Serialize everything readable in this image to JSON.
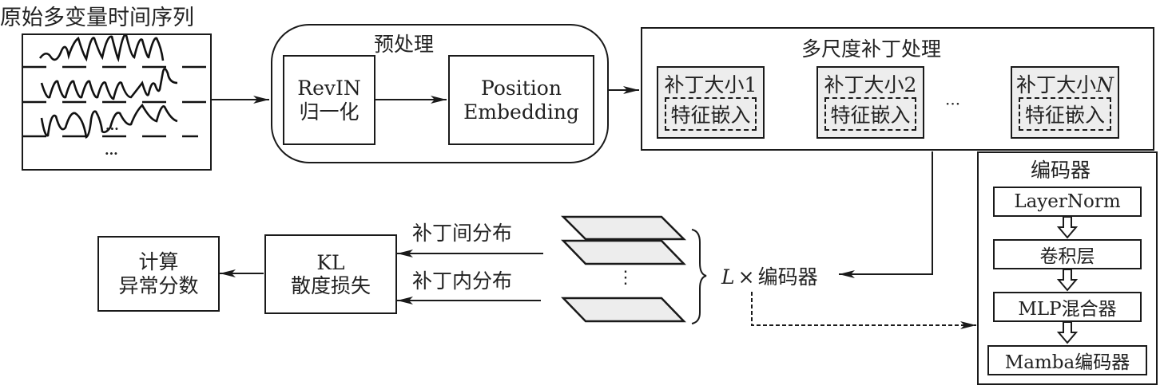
{
  "input": {
    "title": "原始多变量时间序列",
    "ellipsis_inline": "···",
    "ellipsis_bottom": "···"
  },
  "preprocess": {
    "title": "预处理",
    "revin_line1": "RevIN",
    "revin_line2": "归一化",
    "pos_line1": "Position",
    "pos_line2": "Embedding"
  },
  "multiscale": {
    "title": "多尺度补丁处理",
    "patches": [
      {
        "label": "补丁大小1",
        "embed": "特征嵌入"
      },
      {
        "label": "补丁大小2",
        "embed": "特征嵌入"
      },
      {
        "label_prefix": "补丁大小",
        "label_var": "N",
        "embed": "特征嵌入"
      }
    ],
    "ellipsis": "···"
  },
  "encoder_detail": {
    "title": "编码器",
    "layers": [
      "LayerNorm",
      "卷积层",
      "MLP混合器",
      "Mamba编码器"
    ]
  },
  "stack": {
    "label_var": "L",
    "label_times": "×",
    "label_text": "编码器",
    "vdots": "⋮",
    "inter_patch": "补丁间分布",
    "intra_patch": "补丁内分布"
  },
  "kl": {
    "line1": "KL",
    "line2": "散度损失"
  },
  "score": {
    "line1": "计算",
    "line2": "异常分数"
  },
  "colors": {
    "stroke": "#1a1a1a",
    "patch_fill": "#ededed",
    "background": "#ffffff"
  }
}
